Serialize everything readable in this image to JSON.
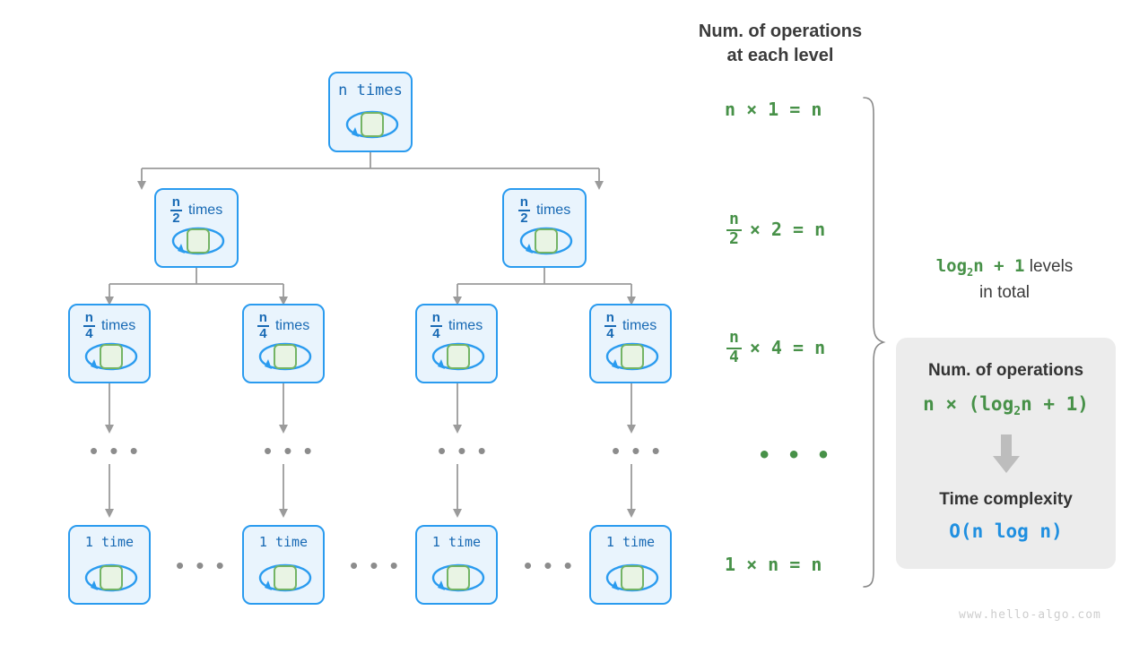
{
  "colors": {
    "node_fill": "#e9f4fd",
    "node_border": "#2a9bef",
    "node_text": "#1769b4",
    "green_fill": "#e9f4e4",
    "green_border": "#74b465",
    "connector": "#9b9b9b",
    "op_green": "#479148",
    "card_bg": "#ececec",
    "heading": "#3b3b3b",
    "bigo_blue": "#1f8fe0",
    "watermark": "#cdcdcd"
  },
  "tree": {
    "levels": [
      {
        "level": 1,
        "nodes": [
          {
            "id": "root",
            "text": "n times",
            "type": "mono"
          }
        ]
      },
      {
        "level": 2,
        "nodes": [
          {
            "id": "l2a",
            "numerator": "n",
            "denominator": "2",
            "word": "times",
            "type": "fraction"
          },
          {
            "id": "l2b",
            "numerator": "n",
            "denominator": "2",
            "word": "times",
            "type": "fraction"
          }
        ]
      },
      {
        "level": 3,
        "nodes": [
          {
            "id": "l3a",
            "numerator": "n",
            "denominator": "4",
            "word": "times",
            "type": "fraction"
          },
          {
            "id": "l3b",
            "numerator": "n",
            "denominator": "4",
            "word": "times",
            "type": "fraction"
          },
          {
            "id": "l3c",
            "numerator": "n",
            "denominator": "4",
            "word": "times",
            "type": "fraction"
          },
          {
            "id": "l3d",
            "numerator": "n",
            "denominator": "4",
            "word": "times",
            "type": "fraction"
          }
        ]
      },
      {
        "level": 4,
        "ellipsis": "• • •",
        "count": 4
      },
      {
        "level": 5,
        "nodes": [
          {
            "id": "l5a",
            "text": "1 time",
            "type": "mono"
          },
          {
            "id": "l5b",
            "text": "1 time",
            "type": "mono"
          },
          {
            "id": "l5c",
            "text": "1 time",
            "type": "mono"
          },
          {
            "id": "l5d",
            "text": "1 time",
            "type": "mono"
          }
        ],
        "separators": [
          "• • •",
          "• • •",
          "• • •"
        ]
      }
    ]
  },
  "operations_column": {
    "title": "Num. of operations\nat each level",
    "rows": [
      {
        "id": "row1",
        "type": "plain",
        "text": "n × 1 = n"
      },
      {
        "id": "row2",
        "type": "fraction",
        "numerator": "n",
        "denominator": "2",
        "rest": "× 2 = n"
      },
      {
        "id": "row3",
        "type": "fraction",
        "numerator": "n",
        "denominator": "4",
        "rest": "× 4 = n"
      },
      {
        "id": "row4",
        "type": "dots",
        "text": "• • •"
      },
      {
        "id": "row5",
        "type": "plain",
        "text": "1 × n = n"
      }
    ]
  },
  "levels_note": {
    "formula_prefix": "log",
    "formula_sub": "2",
    "formula_suffix": "n + 1",
    "text_line1": "levels",
    "text_line2": "in total"
  },
  "summary_card": {
    "heading_operations": "Num. of operations",
    "formula_prefix": "n × (log",
    "formula_sub": "2",
    "formula_suffix": "n + 1)",
    "heading_complexity": "Time complexity",
    "big_o": "O(n log n)"
  },
  "watermark": "www.hello-algo.com"
}
